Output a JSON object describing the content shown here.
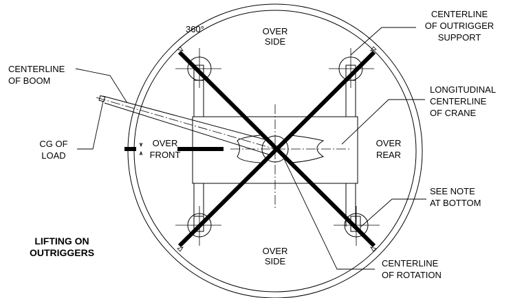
{
  "labels": {
    "angle": "360°",
    "over_side_top": [
      "OVER",
      "SIDE"
    ],
    "over_side_bottom": [
      "OVER",
      "SIDE"
    ],
    "over_front": [
      "OVER",
      "FRONT"
    ],
    "over_rear": [
      "OVER",
      "REAR"
    ],
    "centerline_outrigger_support": [
      "CENTERLINE",
      "OF OUTRIGGER",
      "SUPPORT"
    ],
    "centerline_boom": [
      "CENTERLINE",
      "OF BOOM"
    ],
    "longitudinal_centerline_crane": [
      "LONGITUDINAL",
      "CENTERLINE",
      "OF CRANE"
    ],
    "cg_of_load": [
      "CG OF",
      "LOAD"
    ],
    "see_note": [
      "SEE NOTE",
      "AT BOTTOM"
    ],
    "lifting_on_outriggers": [
      "LIFTING ON",
      "OUTRIGGERS"
    ],
    "centerline_rotation": [
      "CENTERLINE",
      "OF ROTATION"
    ]
  }
}
